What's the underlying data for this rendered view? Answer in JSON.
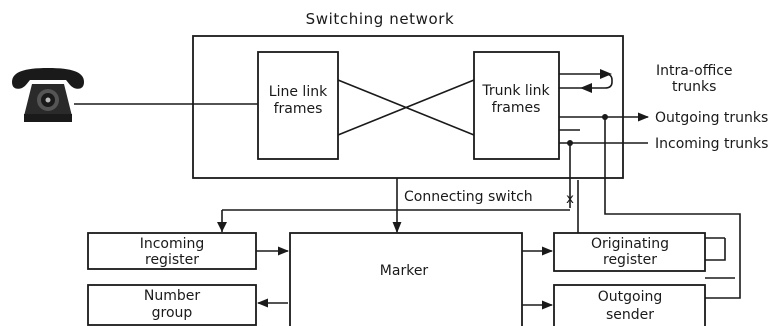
{
  "title": "Switching network",
  "boxes": {
    "line_link": [
      "Line link",
      "frames"
    ],
    "trunk_link": [
      "Trunk link",
      "frames"
    ],
    "incoming_register": [
      "Incoming",
      "register"
    ],
    "number_group": [
      "Number",
      "group"
    ],
    "marker": "Marker",
    "originating_register": [
      "Originating",
      "register"
    ],
    "outgoing_sender": [
      "Outgoing",
      "sender"
    ]
  },
  "labels": {
    "intra_office": [
      "Intra-office",
      "trunks"
    ],
    "outgoing_trunks": "Outgoing trunks",
    "incoming_trunks": "Incoming trunks",
    "connecting_switch": "Connecting switch"
  },
  "icons": {
    "telephone": "telephone-icon"
  }
}
